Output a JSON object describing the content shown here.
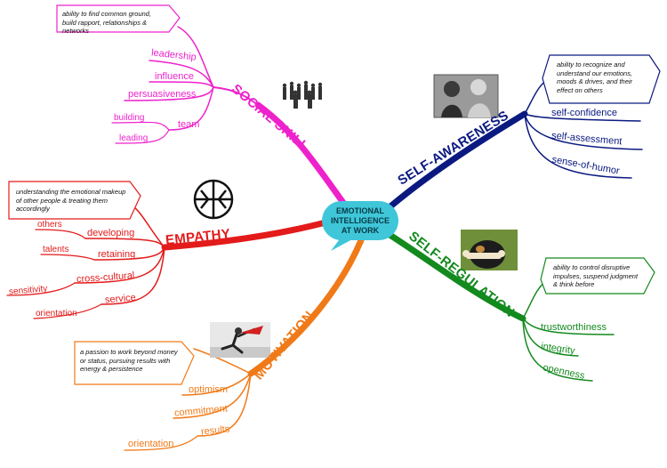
{
  "center": {
    "line1": "EMOTIONAL",
    "line2": "INTELLIGENCE",
    "line3": "AT WORK"
  },
  "colors": {
    "social": "#ee22cc",
    "awareness": "#0b1a80",
    "regulation": "#138a1e",
    "motivation": "#f07a18",
    "empathy": "#e31b1b",
    "center": "#3fc6d9"
  },
  "social_skill": {
    "title": "SOCIAL SKILL",
    "note": "ability to find common ground, build rapport, relationships & networks",
    "leadership": "leadership",
    "influence": "influence",
    "persuasiveness": "persuasiveness",
    "team": "team",
    "building": "building",
    "leading": "leading"
  },
  "self_awareness": {
    "title": "SELF-AWARENESS",
    "note": "ability to recognize and understand our emotions, moods & drives, and their effect on others",
    "confidence": "self-confidence",
    "assessment": "self-assessment",
    "humor": "sense-of-humor"
  },
  "self_regulation": {
    "title": "SELF-REGULATION",
    "note": "ability to control disruptive impulses, suspend judgment & think before",
    "trust": "trustworthiness",
    "integrity": "integrity",
    "openness": "openness"
  },
  "motivation": {
    "title": "MOTIVATION",
    "note": "a passion to work beyond money or status, pursuing results with energy & persistence",
    "optimism": "optimism",
    "commitment": "commitment",
    "results": "results",
    "orientation": "orientation"
  },
  "empathy": {
    "title": "EMPATHY",
    "note": "understanding the emotional makeup of other people & treating them accordingly",
    "developing": "developing",
    "others": "others",
    "retaining": "retaining",
    "talents": "talents",
    "cross_cultural": "cross-cultural",
    "sensitivity": "sensitivity",
    "service": "service",
    "orientation": "orientation"
  }
}
